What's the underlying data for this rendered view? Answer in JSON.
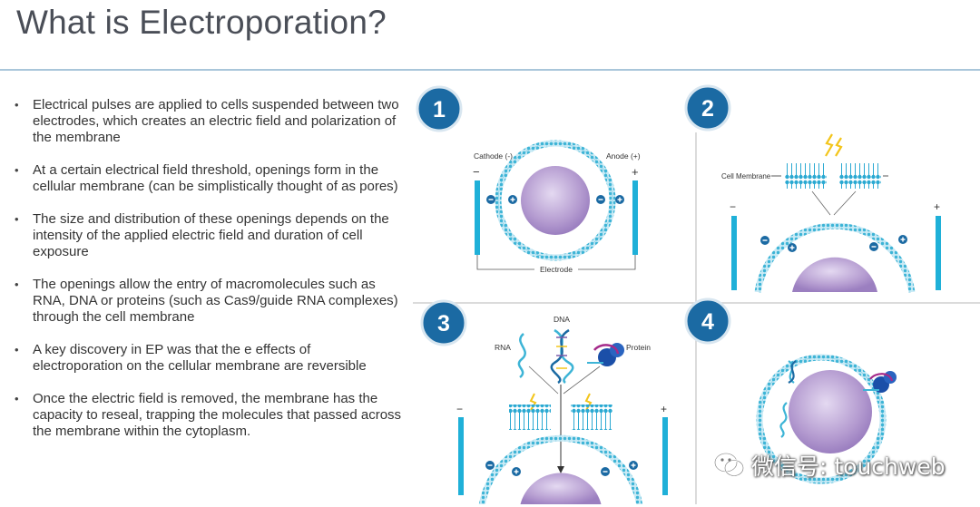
{
  "slide": {
    "title": "What is Electroporation?",
    "bullets": [
      "Electrical pulses are applied to cells suspended between two electrodes, which creates an electric field and polarization of the membrane",
      "At a certain electrical field threshold, openings form in the cellular membrane (can be simplistically thought of as pores)",
      "The size and distribution of these openings depends on the intensity of the applied electric field and duration of cell exposure",
      "The openings allow the entry of macromolecules such as RNA, DNA or proteins (such as Cas9/guide RNA complexes) through the cell membrane",
      "A key discovery in EP was that the e effects of electroporation on the cellular membrane are reversible",
      "Once the electric field is removed, the membrane has the capacity to reseal, trapping the molecules that passed across the membrane within the cytoplasm."
    ]
  },
  "figure": {
    "step_numbers": [
      "1",
      "2",
      "3",
      "4"
    ],
    "panel1": {
      "cathode": "Cathode (-)",
      "anode": "Anode (+)",
      "electrode": "Electrode",
      "minus": "−",
      "plus": "+"
    },
    "panel2": {
      "membrane": "Cell Membrane",
      "minus": "−",
      "plus": "+"
    },
    "panel3": {
      "dna": "DNA",
      "rna": "RNA",
      "protein": "Protein",
      "minus": "−",
      "plus": "+"
    },
    "colors": {
      "accent": "#1a9fc4",
      "badge": "#1b6aa3",
      "cell": "#b49bd0",
      "bolt": "#f3c51b"
    }
  },
  "watermark": {
    "text": "微信号: touchweb"
  }
}
